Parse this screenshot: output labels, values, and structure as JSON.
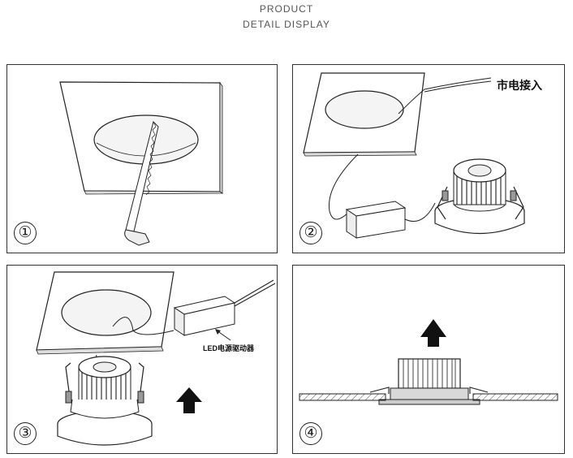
{
  "header": {
    "line1": "PRODUCT",
    "line2": "DETAIL DISPLAY"
  },
  "steps": [
    {
      "number": "①"
    },
    {
      "number": "②",
      "label": "市电接入"
    },
    {
      "number": "③",
      "label": "LED电源驱动器"
    },
    {
      "number": "④"
    }
  ],
  "colors": {
    "line": "#222222",
    "panel_border": "#333333",
    "header_text": "#555555"
  }
}
